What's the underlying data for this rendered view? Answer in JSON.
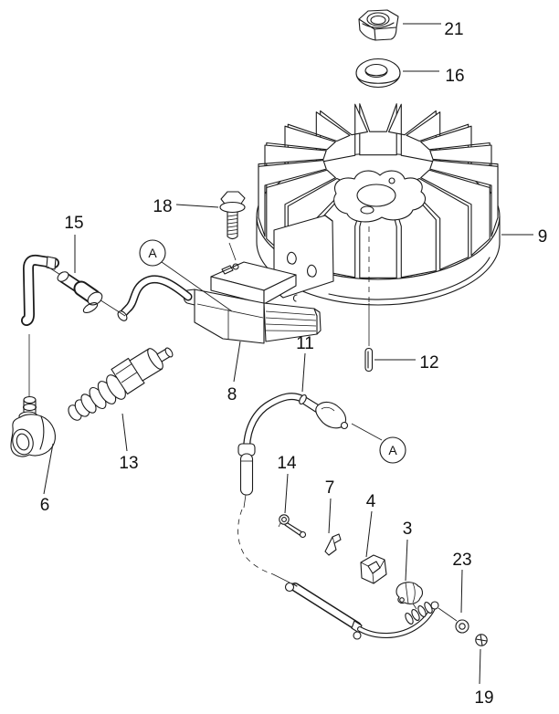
{
  "diagram": {
    "colors": {
      "line": "#1a1a1a",
      "background": "#ffffff"
    },
    "callouts": {
      "c21": "21",
      "c16": "16",
      "c9": "9",
      "c18": "18",
      "c15": "15",
      "c8": "8",
      "c11": "11",
      "c12": "12",
      "c13": "13",
      "c6": "6",
      "c14": "14",
      "c7": "7",
      "c4": "4",
      "c3": "3",
      "c23": "23",
      "c19": "19",
      "cA": "A"
    }
  }
}
